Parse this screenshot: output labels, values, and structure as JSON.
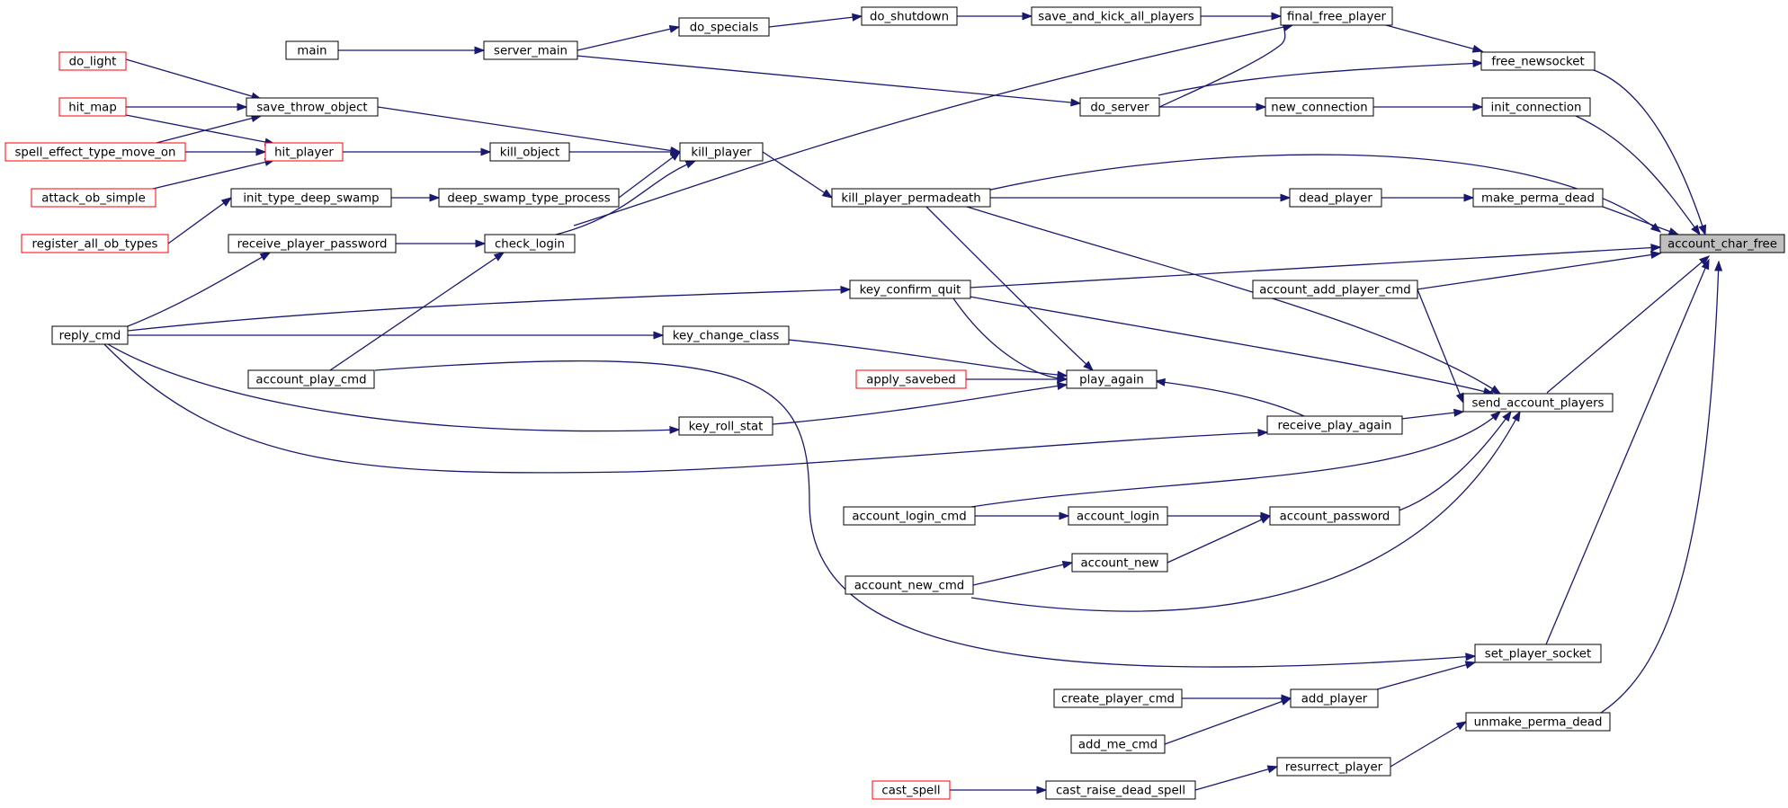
{
  "graph": {
    "nodes": [
      {
        "id": "account_char_free",
        "label": "account_char_free",
        "style": "root"
      },
      {
        "id": "free_newsocket",
        "label": "free_newsocket",
        "style": "normal"
      },
      {
        "id": "init_connection",
        "label": "init_connection",
        "style": "normal"
      },
      {
        "id": "make_perma_dead",
        "label": "make_perma_dead",
        "style": "normal"
      },
      {
        "id": "account_add_player_cmd",
        "label": "account_add_player_cmd",
        "style": "normal"
      },
      {
        "id": "send_account_players",
        "label": "send_account_players",
        "style": "normal"
      },
      {
        "id": "set_player_socket",
        "label": "set_player_socket",
        "style": "normal"
      },
      {
        "id": "unmake_perma_dead",
        "label": "unmake_perma_dead",
        "style": "normal"
      },
      {
        "id": "final_free_player",
        "label": "final_free_player",
        "style": "normal"
      },
      {
        "id": "do_server",
        "label": "do_server",
        "style": "normal"
      },
      {
        "id": "new_connection",
        "label": "new_connection",
        "style": "normal"
      },
      {
        "id": "dead_player",
        "label": "dead_player",
        "style": "normal"
      },
      {
        "id": "receive_play_again",
        "label": "receive_play_again",
        "style": "normal"
      },
      {
        "id": "account_password",
        "label": "account_password",
        "style": "normal"
      },
      {
        "id": "add_player",
        "label": "add_player",
        "style": "normal"
      },
      {
        "id": "resurrect_player",
        "label": "resurrect_player",
        "style": "normal"
      },
      {
        "id": "save_and_kick_all_players",
        "label": "save_and_kick_all_players",
        "style": "normal"
      },
      {
        "id": "do_shutdown",
        "label": "do_shutdown",
        "style": "normal"
      },
      {
        "id": "do_specials",
        "label": "do_specials",
        "style": "normal"
      },
      {
        "id": "server_main",
        "label": "server_main",
        "style": "normal"
      },
      {
        "id": "main",
        "label": "main",
        "style": "normal"
      },
      {
        "id": "kill_player_permadeath",
        "label": "kill_player_permadeath",
        "style": "normal"
      },
      {
        "id": "kill_player",
        "label": "kill_player",
        "style": "normal"
      },
      {
        "id": "kill_object",
        "label": "kill_object",
        "style": "normal"
      },
      {
        "id": "hit_player",
        "label": "hit_player",
        "style": "red"
      },
      {
        "id": "save_throw_object",
        "label": "save_throw_object",
        "style": "normal"
      },
      {
        "id": "do_light",
        "label": "do_light",
        "style": "red"
      },
      {
        "id": "hit_map",
        "label": "hit_map",
        "style": "red"
      },
      {
        "id": "spell_effect_type_move_on",
        "label": "spell_effect_type_move_on",
        "style": "red"
      },
      {
        "id": "attack_ob_simple",
        "label": "attack_ob_simple",
        "style": "red"
      },
      {
        "id": "init_type_deep_swamp",
        "label": "init_type_deep_swamp",
        "style": "normal"
      },
      {
        "id": "deep_swamp_type_process",
        "label": "deep_swamp_type_process",
        "style": "normal"
      },
      {
        "id": "register_all_ob_types",
        "label": "register_all_ob_types",
        "style": "red"
      },
      {
        "id": "check_login",
        "label": "check_login",
        "style": "normal"
      },
      {
        "id": "receive_player_password",
        "label": "receive_player_password",
        "style": "normal"
      },
      {
        "id": "reply_cmd",
        "label": "reply_cmd",
        "style": "normal"
      },
      {
        "id": "account_play_cmd",
        "label": "account_play_cmd",
        "style": "normal"
      },
      {
        "id": "key_confirm_quit",
        "label": "key_confirm_quit",
        "style": "normal"
      },
      {
        "id": "key_change_class",
        "label": "key_change_class",
        "style": "normal"
      },
      {
        "id": "play_again",
        "label": "play_again",
        "style": "normal"
      },
      {
        "id": "apply_savebed",
        "label": "apply_savebed",
        "style": "red"
      },
      {
        "id": "key_roll_stat",
        "label": "key_roll_stat",
        "style": "normal"
      },
      {
        "id": "account_login_cmd",
        "label": "account_login_cmd",
        "style": "normal"
      },
      {
        "id": "account_login",
        "label": "account_login",
        "style": "normal"
      },
      {
        "id": "account_new",
        "label": "account_new",
        "style": "normal"
      },
      {
        "id": "account_new_cmd",
        "label": "account_new_cmd",
        "style": "normal"
      },
      {
        "id": "create_player_cmd",
        "label": "create_player_cmd",
        "style": "normal"
      },
      {
        "id": "add_me_cmd",
        "label": "add_me_cmd",
        "style": "normal"
      },
      {
        "id": "cast_raise_dead_spell",
        "label": "cast_raise_dead_spell",
        "style": "normal"
      },
      {
        "id": "cast_spell",
        "label": "cast_spell",
        "style": "red"
      }
    ],
    "edges": [
      {
        "from": "free_newsocket",
        "to": "account_char_free"
      },
      {
        "from": "init_connection",
        "to": "account_char_free"
      },
      {
        "from": "kill_player_permadeath",
        "to": "account_char_free"
      },
      {
        "from": "make_perma_dead",
        "to": "account_char_free"
      },
      {
        "from": "key_confirm_quit",
        "to": "account_char_free"
      },
      {
        "from": "account_add_player_cmd",
        "to": "account_char_free"
      },
      {
        "from": "send_account_players",
        "to": "account_char_free"
      },
      {
        "from": "set_player_socket",
        "to": "account_char_free"
      },
      {
        "from": "unmake_perma_dead",
        "to": "account_char_free"
      },
      {
        "from": "final_free_player",
        "to": "free_newsocket"
      },
      {
        "from": "do_server",
        "to": "free_newsocket"
      },
      {
        "from": "new_connection",
        "to": "init_connection"
      },
      {
        "from": "dead_player",
        "to": "make_perma_dead"
      },
      {
        "from": "account_add_player_cmd",
        "to": "send_account_players"
      },
      {
        "from": "kill_player_permadeath",
        "to": "send_account_players"
      },
      {
        "from": "key_confirm_quit",
        "to": "send_account_players"
      },
      {
        "from": "receive_play_again",
        "to": "send_account_players"
      },
      {
        "from": "account_login_cmd",
        "to": "send_account_players"
      },
      {
        "from": "account_password",
        "to": "send_account_players"
      },
      {
        "from": "account_new_cmd",
        "to": "send_account_players"
      },
      {
        "from": "account_play_cmd",
        "to": "set_player_socket"
      },
      {
        "from": "add_player",
        "to": "set_player_socket"
      },
      {
        "from": "resurrect_player",
        "to": "unmake_perma_dead"
      },
      {
        "from": "save_and_kick_all_players",
        "to": "final_free_player"
      },
      {
        "from": "do_server",
        "to": "final_free_player"
      },
      {
        "from": "check_login",
        "to": "final_free_player"
      },
      {
        "from": "server_main",
        "to": "do_server"
      },
      {
        "from": "do_server",
        "to": "new_connection"
      },
      {
        "from": "kill_player_permadeath",
        "to": "dead_player"
      },
      {
        "from": "reply_cmd",
        "to": "receive_play_again"
      },
      {
        "from": "account_login",
        "to": "account_password"
      },
      {
        "from": "account_new",
        "to": "account_password"
      },
      {
        "from": "create_player_cmd",
        "to": "add_player"
      },
      {
        "from": "add_me_cmd",
        "to": "add_player"
      },
      {
        "from": "cast_raise_dead_spell",
        "to": "resurrect_player"
      },
      {
        "from": "do_shutdown",
        "to": "save_and_kick_all_players"
      },
      {
        "from": "do_specials",
        "to": "do_shutdown"
      },
      {
        "from": "server_main",
        "to": "do_specials"
      },
      {
        "from": "main",
        "to": "server_main"
      },
      {
        "from": "kill_player",
        "to": "kill_player_permadeath"
      },
      {
        "from": "kill_object",
        "to": "kill_player"
      },
      {
        "from": "save_throw_object",
        "to": "kill_player"
      },
      {
        "from": "deep_swamp_type_process",
        "to": "kill_player"
      },
      {
        "from": "check_login",
        "to": "kill_player"
      },
      {
        "from": "hit_player",
        "to": "kill_object"
      },
      {
        "from": "do_light",
        "to": "save_throw_object"
      },
      {
        "from": "hit_map",
        "to": "save_throw_object"
      },
      {
        "from": "spell_effect_type_move_on",
        "to": "save_throw_object"
      },
      {
        "from": "hit_map",
        "to": "hit_player"
      },
      {
        "from": "spell_effect_type_move_on",
        "to": "hit_player"
      },
      {
        "from": "attack_ob_simple",
        "to": "hit_player"
      },
      {
        "from": "init_type_deep_swamp",
        "to": "deep_swamp_type_process"
      },
      {
        "from": "register_all_ob_types",
        "to": "init_type_deep_swamp"
      },
      {
        "from": "receive_player_password",
        "to": "check_login"
      },
      {
        "from": "account_play_cmd",
        "to": "check_login"
      },
      {
        "from": "reply_cmd",
        "to": "receive_player_password"
      },
      {
        "from": "reply_cmd",
        "to": "key_confirm_quit"
      },
      {
        "from": "reply_cmd",
        "to": "key_change_class"
      },
      {
        "from": "reply_cmd",
        "to": "key_roll_stat"
      },
      {
        "from": "kill_player_permadeath",
        "to": "play_again"
      },
      {
        "from": "key_confirm_quit",
        "to": "play_again"
      },
      {
        "from": "key_change_class",
        "to": "play_again"
      },
      {
        "from": "apply_savebed",
        "to": "play_again"
      },
      {
        "from": "key_roll_stat",
        "to": "play_again"
      },
      {
        "from": "receive_play_again",
        "to": "play_again"
      },
      {
        "from": "account_login_cmd",
        "to": "account_login"
      },
      {
        "from": "account_new_cmd",
        "to": "account_new"
      },
      {
        "from": "cast_spell",
        "to": "cast_raise_dead_spell"
      }
    ]
  }
}
